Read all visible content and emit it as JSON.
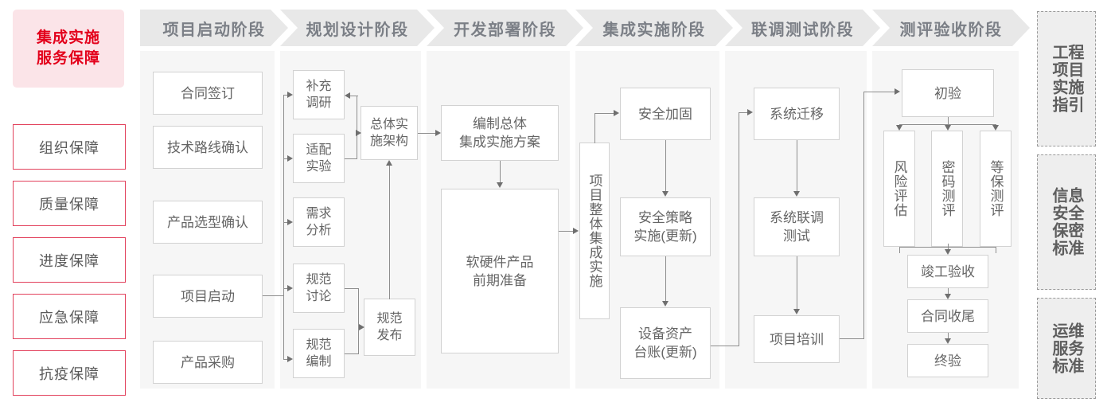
{
  "left_panel": {
    "title": "集成实施\n服务保障",
    "title_line1": "集成实施",
    "title_line2": "服务保障",
    "accent_color": "#e3001b",
    "accent_bg": "#fbe4e8",
    "items": [
      {
        "label": "组织保障"
      },
      {
        "label": "质量保障"
      },
      {
        "label": "进度保障"
      },
      {
        "label": "应急保障"
      },
      {
        "label": "抗疫保障"
      }
    ]
  },
  "phases": [
    {
      "id": "p1",
      "header": "项目启动阶段"
    },
    {
      "id": "p2",
      "header": "规划设计阶段"
    },
    {
      "id": "p3",
      "header": "开发部署阶段"
    },
    {
      "id": "p4",
      "header": "集成实施阶段"
    },
    {
      "id": "p5",
      "header": "联调测试阶段"
    },
    {
      "id": "p6",
      "header": "测评验收阶段"
    }
  ],
  "nodes": {
    "p1": [
      {
        "label": "合同签订"
      },
      {
        "label": "技术路线确认"
      },
      {
        "label": "产品选型确认"
      },
      {
        "label": "项目启动"
      },
      {
        "label": "产品采购"
      }
    ],
    "p2": [
      {
        "label": "补充\n调研",
        "l1": "补充",
        "l2": "调研"
      },
      {
        "label": "适配\n实验",
        "l1": "适配",
        "l2": "实验"
      },
      {
        "label": "需求\n分析",
        "l1": "需求",
        "l2": "分析"
      },
      {
        "label": "规范\n讨论",
        "l1": "规范",
        "l2": "讨论"
      },
      {
        "label": "规范\n编制",
        "l1": "规范",
        "l2": "编制"
      },
      {
        "label": "总体实\n施架构",
        "l1": "总体实",
        "l2": "施架构"
      },
      {
        "label": "规范\n发布",
        "l1": "规范",
        "l2": "发布"
      }
    ],
    "p3": [
      {
        "label": "编制总体\n集成实施方案",
        "l1": "编制总体",
        "l2": "集成实施方案"
      },
      {
        "label": "软硬件产品\n前期准备",
        "l1": "软硬件产品",
        "l2": "前期准备"
      }
    ],
    "p4": [
      {
        "label": "项目整体集成实施",
        "vertical": true
      },
      {
        "label": "安全加固"
      },
      {
        "label": "安全策略\n实施(更新)",
        "l1": "安全策略",
        "l2": "实施(更新)"
      },
      {
        "label": "设备资产\n台账(更新)",
        "l1": "设备资产",
        "l2": "台账(更新)"
      }
    ],
    "p5": [
      {
        "label": "系统迁移"
      },
      {
        "label": "系统联调\n测试",
        "l1": "系统联调",
        "l2": "测试"
      },
      {
        "label": "项目培训"
      }
    ],
    "p6": [
      {
        "label": "初验"
      },
      {
        "label": "风险评估",
        "vertical": true
      },
      {
        "label": "密码测评",
        "vertical": true
      },
      {
        "label": "等保测评",
        "vertical": true
      },
      {
        "label": "竣工验收"
      },
      {
        "label": "合同收尾"
      },
      {
        "label": "终验"
      }
    ]
  },
  "right_panel": {
    "items": [
      {
        "label": "工程项目实施指引",
        "right_col": "程目施引",
        "left_col": "工项实指"
      },
      {
        "label": "信息安全保密标准",
        "right_col": "息全密准",
        "left_col": "信安保标"
      },
      {
        "label": "运维服务标准",
        "right_col": "维务准",
        "left_col": "运服标"
      }
    ]
  }
}
